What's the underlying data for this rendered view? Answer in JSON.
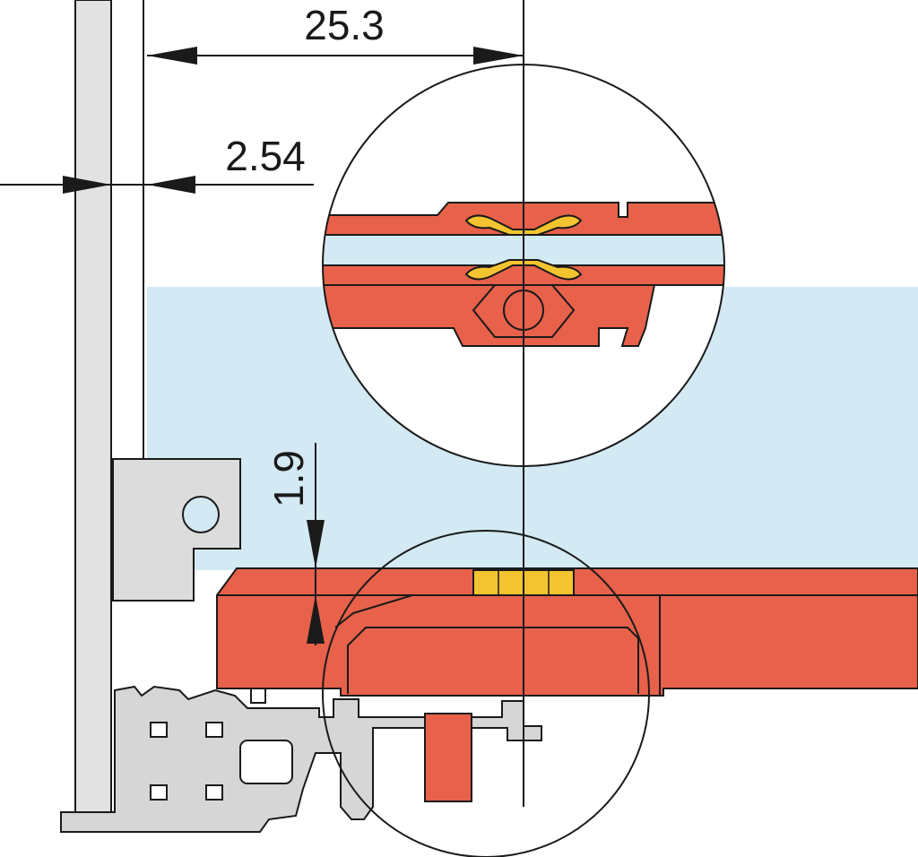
{
  "dimensions": {
    "overall_width": "25.3",
    "pitch": "2.54",
    "gap": "1.9"
  },
  "colors": {
    "connector_body": "#E8614A",
    "contact_gold": "#F4C430",
    "pcb_light_blue": "#D3E9F3",
    "rail_gray": "#D8D8D8",
    "outline": "#1a1a1a",
    "background": "#ffffff"
  }
}
